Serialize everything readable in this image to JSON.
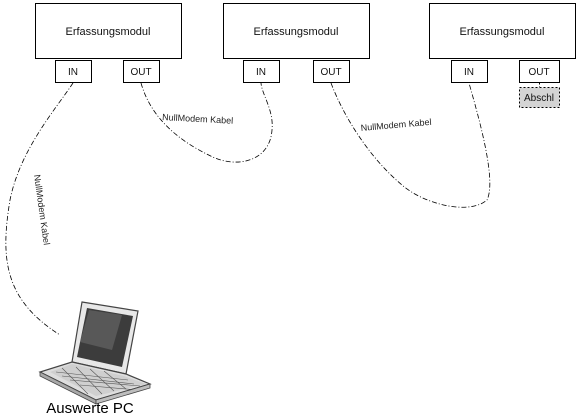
{
  "modules": [
    {
      "title": "Erfassungsmodul",
      "in_label": "IN",
      "out_label": "OUT"
    },
    {
      "title": "Erfassungsmodul",
      "in_label": "IN",
      "out_label": "OUT"
    },
    {
      "title": "Erfassungsmodul",
      "in_label": "IN",
      "out_label": "OUT",
      "terminator_label": "Abschl"
    }
  ],
  "cables": [
    {
      "label": "NullModem Kabel"
    },
    {
      "label": "NullModem Kabel"
    },
    {
      "label": "NullModem Kabel"
    }
  ],
  "pc": {
    "label": "Auswerte PC"
  },
  "colors": {
    "terminator_fill": "#d4d4d4",
    "line": "#000000"
  }
}
